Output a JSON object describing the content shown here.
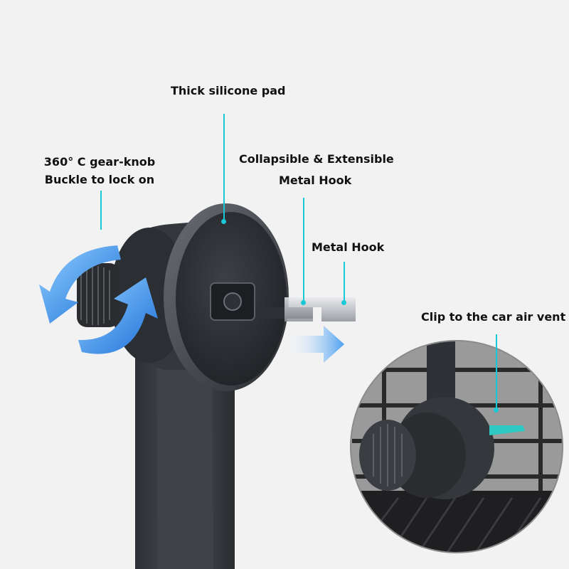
{
  "labels": {
    "silicone_pad": "Thick silicone pad",
    "gear_knob_line1": "360° C gear-knob",
    "gear_knob_line2": "Buckle to lock on",
    "collapsible_line1": "Collapsible & Extensible",
    "collapsible_line2": "Metal Hook",
    "metal_hook": "Metal Hook",
    "clip_vent": "Clip to the car air vent"
  },
  "colors": {
    "background": "#f2f2f2",
    "leader_line": "#19c8d6",
    "mount_body": "#3a3d42",
    "rotate_arrow": "#2f7fe0",
    "slide_arrow": "#5aa6ee",
    "clip_accent": "#2fc9c4"
  },
  "icons": {
    "rotation": "rotate-arrows-icon",
    "slide": "slide-right-arrow-icon"
  }
}
